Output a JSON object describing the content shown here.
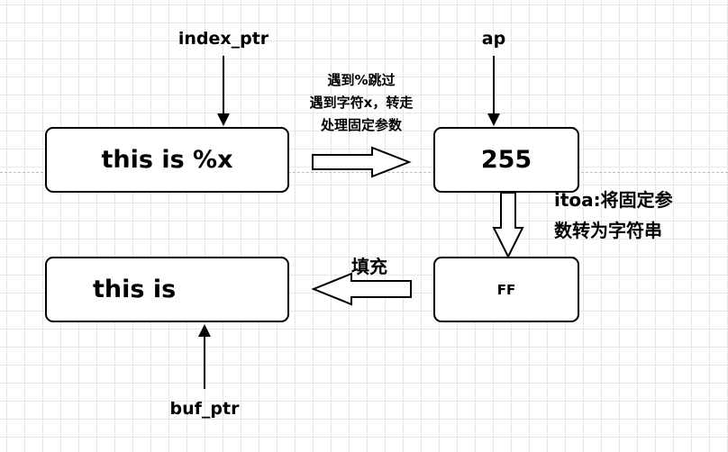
{
  "boxes": {
    "format_string": "this is %x",
    "arg_value": "255",
    "hex_result": "FF",
    "output_buffer": "this is"
  },
  "pointers": {
    "index_ptr": "index_ptr",
    "ap": "ap",
    "buf_ptr": "buf_ptr"
  },
  "notes": {
    "skip_line1": "遇到%跳过",
    "skip_line2": "遇到字符x，转走",
    "skip_line3": "处理固定参数",
    "itoa_line1": "itoa:将固定参",
    "itoa_line2": "数转为字符串",
    "fill": "填充"
  }
}
